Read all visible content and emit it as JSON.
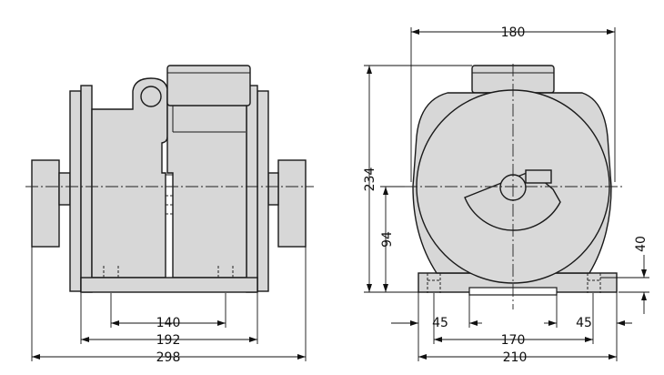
{
  "side_view": {
    "dimensions": {
      "d140": "140",
      "d192": "192",
      "d298": "298"
    }
  },
  "front_view": {
    "dimensions": {
      "d180": "180",
      "d234": "234",
      "d94": "94",
      "d40": "40",
      "d45_left": "45",
      "d45_right": "45",
      "d170": "170",
      "d210": "210"
    }
  }
}
